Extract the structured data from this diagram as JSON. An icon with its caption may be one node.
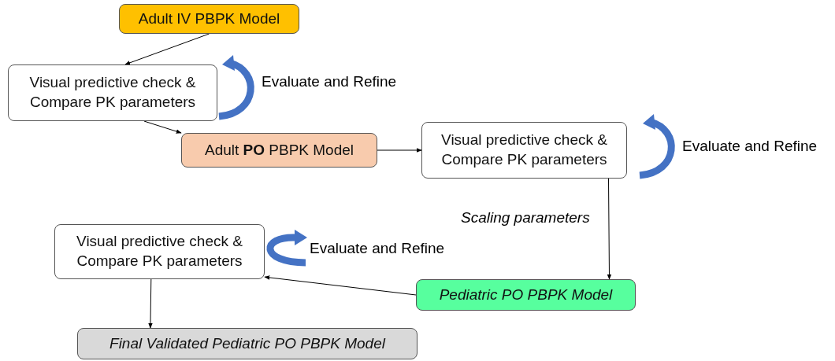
{
  "diagram": {
    "nodes": [
      {
        "text": [
          "Adult IV PBPK Model"
        ]
      },
      {
        "text": [
          "Visual predictive check & Compare PK parameters"
        ],
        "beside": [
          "Evaluate and Refine"
        ]
      },
      {
        "text": [
          "Adult **PO** PBPK Model"
        ]
      },
      {
        "text": [
          "Visual predictive check & Compare PK parameters"
        ],
        "beside": [
          "Evaluate and Refine"
        ]
      },
      {
        "text": [
          "Pediatric PO PBPK Model"
        ]
      },
      {
        "text": [
          "Visual predictive check & Compare PK parameters"
        ]
      },
      {
        "text": [
          "Final Validated Pediatric PO PBPK Model"
        ]
      }
    ],
    "edges": [
      {
        "from": 0,
        "to": 1,
        "arrow": "to"
      },
      {
        "from": 1,
        "to": 2,
        "arrow": "to"
      },
      {
        "from": 2,
        "to": 3,
        "arrow": "to"
      },
      {
        "from": 3,
        "to": 4,
        "arrow": "to",
        "label": "Scaling parameters"
      },
      {
        "from": 4,
        "to": 5,
        "arrow": "to"
      },
      {
        "from": 5,
        "to": 6,
        "arrow": "to"
      }
    ],
    "labels": [
      "Evaluate and Refine"
    ]
  }
}
